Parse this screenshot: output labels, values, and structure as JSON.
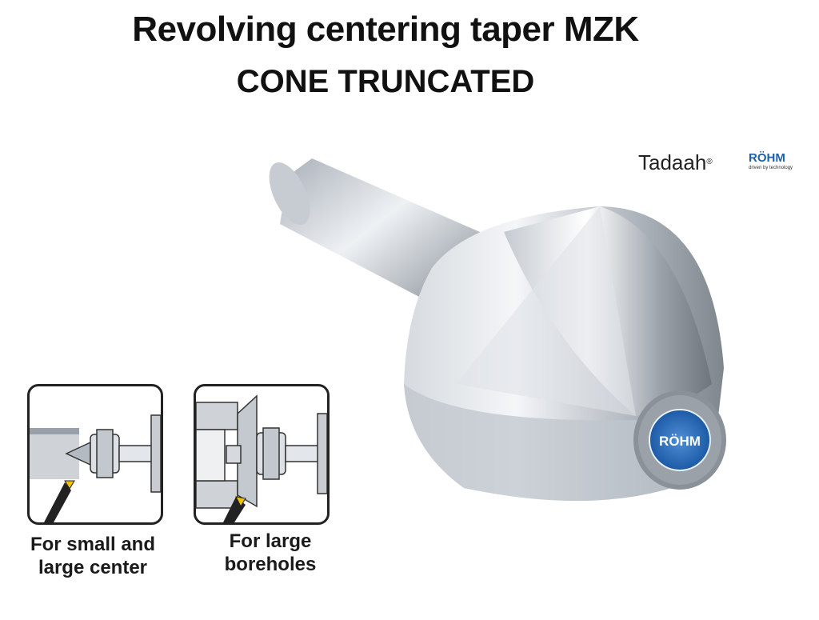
{
  "title_line1": "Revolving centering taper MZK",
  "title_line2": "CONE TRUNCATED",
  "brand": {
    "tadaah": "Tadaah",
    "tadaah_reg": "®",
    "rohm": "RÖHM",
    "rohm_tagline": "driven by technology",
    "badge_text": "RÖHM"
  },
  "captions": {
    "panel1_line1": "For small and",
    "panel1_line2": "large center",
    "panel2_line1": "For large",
    "panel2_line2": "boreholes"
  },
  "colors": {
    "brand_blue": "#1f5fa8",
    "steel_light": "#e8ebef",
    "steel_dark": "#8c939b",
    "tool_yellow": "#f2c200"
  }
}
